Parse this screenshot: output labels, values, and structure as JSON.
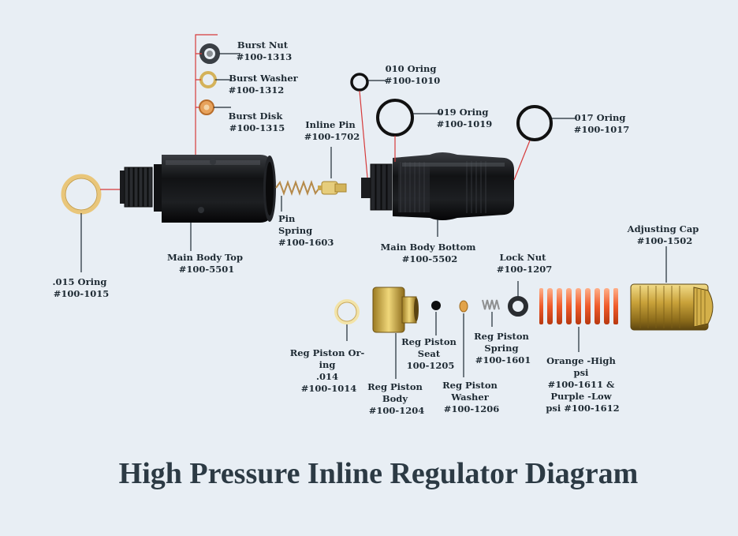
{
  "title": "High Pressure Inline Regulator Diagram",
  "labels": {
    "burst_nut": [
      "Burst Nut",
      "#100-1313"
    ],
    "burst_washer": [
      "Burst Washer",
      "#100-1312"
    ],
    "burst_disk": [
      "Burst Disk",
      "#100-1315"
    ],
    "inline_pin": [
      "Inline Pin",
      "#100-1702"
    ],
    "oring_010": [
      "010 Oring",
      "#100-1010"
    ],
    "oring_019": [
      "019 Oring",
      "#100-1019"
    ],
    "oring_017": [
      "017 Oring",
      "#100-1017"
    ],
    "pin_spring": [
      "Pin",
      "Spring",
      "#100-1603"
    ],
    "main_body_top": [
      "Main Body Top",
      "#100-5501"
    ],
    "main_body_bottom": [
      "Main Body Bottom",
      "#100-5502"
    ],
    "oring_015": [
      ".015 Oring",
      "#100-1015"
    ],
    "lock_nut": [
      "Lock Nut",
      "#100-1207"
    ],
    "adjusting_cap": [
      "Adjusting Cap",
      "#100-1502"
    ],
    "reg_piston_oring": [
      "Reg Piston Or-",
      "ing",
      ".014",
      "#100-1014"
    ],
    "reg_piston_body": [
      "Reg Piston",
      "Body",
      "#100-1204"
    ],
    "reg_piston_seat": [
      "Reg Piston",
      "Seat",
      "100-1205"
    ],
    "reg_piston_washer": [
      "Reg Piston",
      "Washer",
      "#100-1206"
    ],
    "reg_piston_spring": [
      "Reg Piston",
      "Spring",
      "#100-1601"
    ],
    "orange_spring": [
      "Orange -High",
      "psi",
      "#100-1611 &",
      "Purple -Low",
      "psi #100-1612"
    ]
  }
}
